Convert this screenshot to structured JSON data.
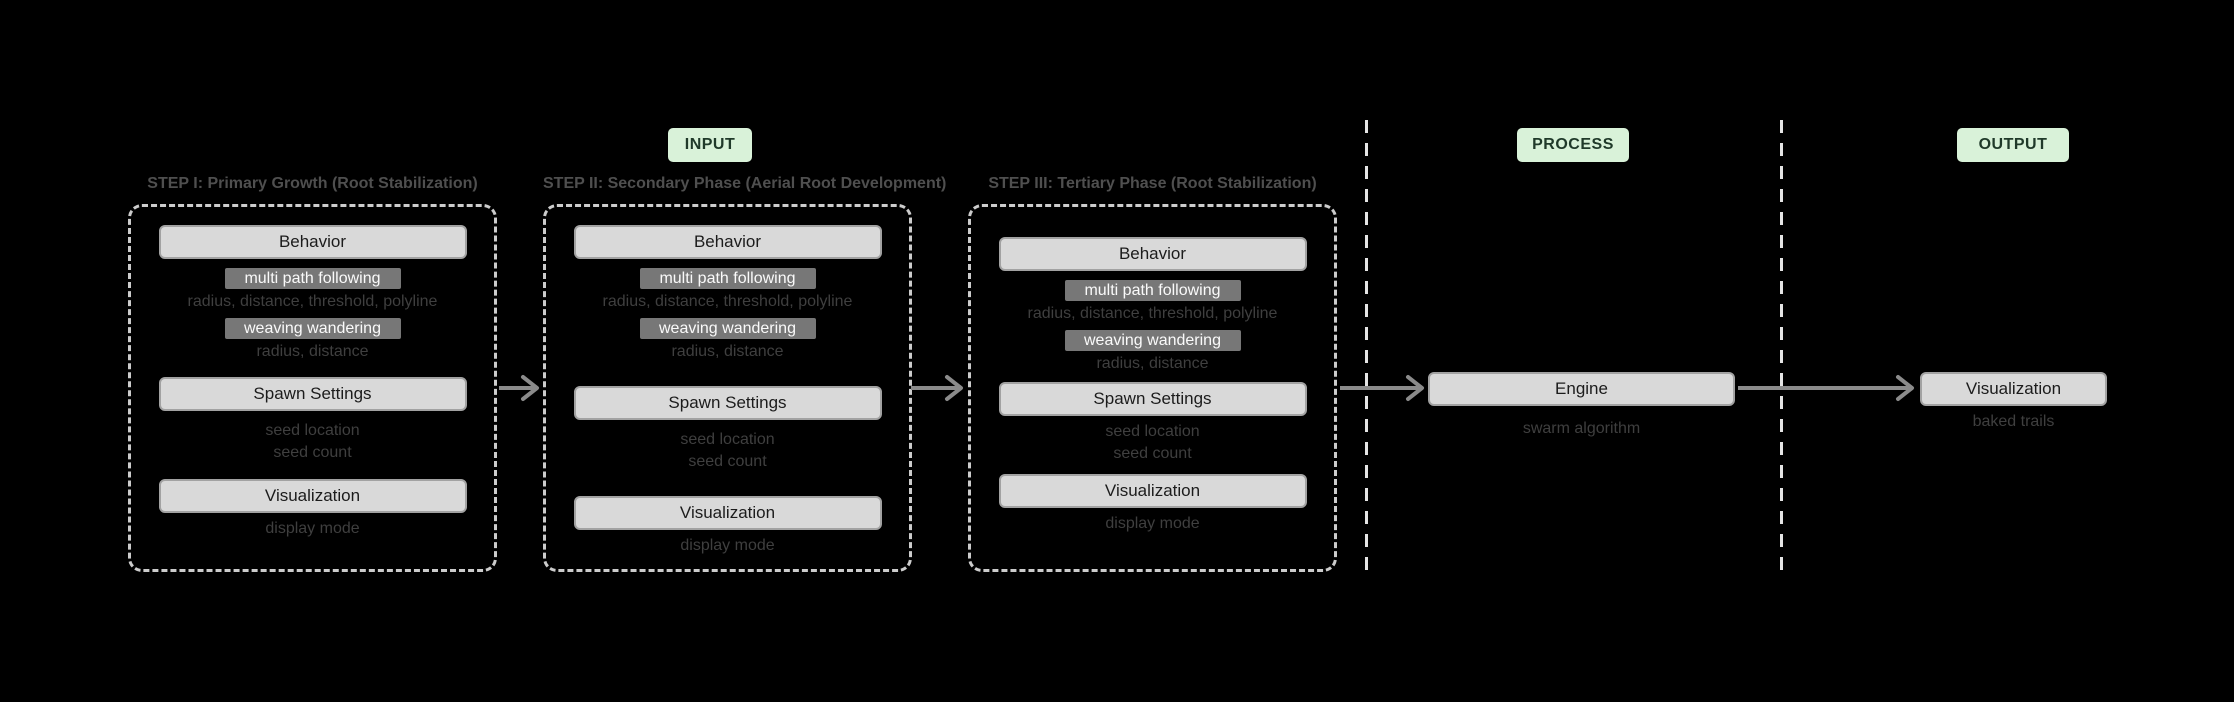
{
  "badges": {
    "input": "INPUT",
    "process": "PROCESS",
    "output": "OUTPUT"
  },
  "steps": [
    {
      "title": "STEP I: Primary Growth (Root Stabilization)",
      "behavior": {
        "label": "Behavior",
        "tags": [
          {
            "name": "multi path following",
            "params": "radius, distance, threshold, polyline"
          },
          {
            "name": "weaving wandering",
            "params": "radius, distance"
          }
        ]
      },
      "spawn": {
        "label": "Spawn Settings",
        "params": [
          "seed location",
          "seed count"
        ]
      },
      "visualization": {
        "label": "Visualization",
        "params": [
          "display mode"
        ]
      }
    },
    {
      "title": "STEP II: Secondary Phase (Aerial Root Development)",
      "behavior": {
        "label": "Behavior",
        "tags": [
          {
            "name": "multi path following",
            "params": "radius, distance, threshold, polyline"
          },
          {
            "name": "weaving wandering",
            "params": "radius, distance"
          }
        ]
      },
      "spawn": {
        "label": "Spawn Settings",
        "params": [
          "seed location",
          "seed count"
        ]
      },
      "visualization": {
        "label": "Visualization",
        "params": [
          "display mode"
        ]
      }
    },
    {
      "title": "STEP III: Tertiary Phase (Root Stabilization)",
      "behavior": {
        "label": "Behavior",
        "tags": [
          {
            "name": "multi path following",
            "params": "radius, distance, threshold, polyline"
          },
          {
            "name": "weaving wandering",
            "params": "radius, distance"
          }
        ]
      },
      "spawn": {
        "label": "Spawn Settings",
        "params": [
          "seed location",
          "seed count"
        ]
      },
      "visualization": {
        "label": "Visualization",
        "params": [
          "display mode"
        ]
      }
    }
  ],
  "process": {
    "engine": {
      "label": "Engine",
      "sub": "swarm algorithm"
    }
  },
  "output": {
    "visualization": {
      "label": "Visualization",
      "sub": "baked trails"
    }
  },
  "colors": {
    "background": "#000000",
    "badge_bg": "#d9f2d9",
    "badge_text": "#203a2a",
    "panel_bg": "#d9d9d9",
    "panel_border": "#a2a2a2",
    "tag_bg": "#777777",
    "tag_text": "#fafafa",
    "muted_text": "#3f3f3f",
    "step_title_text": "#4f4f4f",
    "dashed_border": "#cccccc",
    "separator": "#e5e5e5",
    "arrow": "#8b8b8b"
  }
}
